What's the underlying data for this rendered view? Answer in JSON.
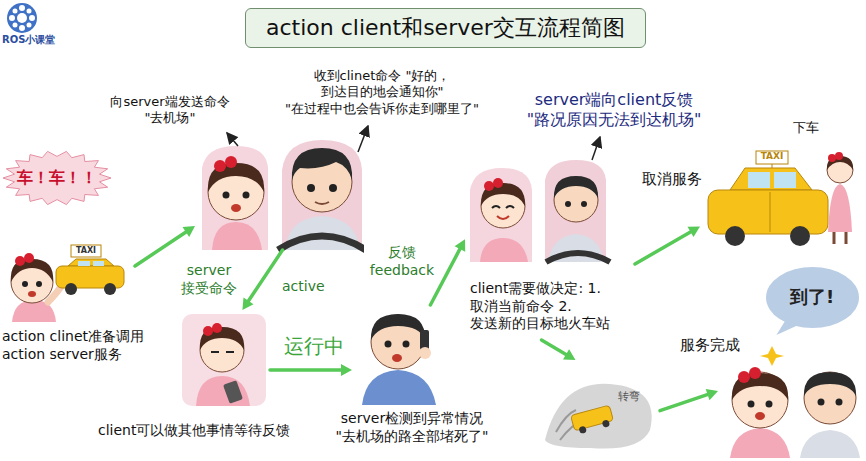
{
  "diagram": {
    "title": "action client和server交互流程简图",
    "nodes": [
      {
        "text": [
          "action clinet准备调用 action server服务"
        ]
      },
      {
        "text": [
          "车！车！！"
        ],
        "in": 0
      },
      {
        "text": [
          "收到clinet命令 \"好的，到达目的地会通知你\" \"在过程中也会告诉你走到哪里了\""
        ]
      },
      {
        "text": [
          "client可以做其他事情等待反馈"
        ]
      },
      {
        "text": [
          "server检测到异常情况 \"去机场的路全部堵死了\""
        ]
      },
      {
        "text": [
          "server端向client反馈 \"路况原因无法到达机场\"",
          "client需要做决定: 1.取消当前命令 2.发送新的目标地火车站"
        ]
      },
      {
        "text": [
          "取消服务"
        ]
      },
      {
        "text": [
          "转弯"
        ]
      },
      {
        "text": [
          "服务完成"
        ]
      },
      {
        "text": [
          "到了!"
        ]
      }
    ],
    "edges": [
      {
        "from": 0,
        "to": 2,
        "arrow": "to"
      },
      {
        "from": 2,
        "to": 3,
        "arrow": "to",
        "label": "active"
      },
      {
        "from": 3,
        "to": 4,
        "arrow": "to",
        "label": "运行中"
      },
      {
        "from": 4,
        "to": 5,
        "arrow": "to",
        "label": "反馈 feedback"
      },
      {
        "from": 5,
        "to": 6,
        "arrow": "to"
      },
      {
        "from": 5,
        "to": 7,
        "arrow": "to"
      },
      {
        "from": 7,
        "to": 8,
        "arrow": "to"
      }
    ],
    "labels": [
      "ROS小课堂",
      "向server端发送命令 \"去机场\"",
      "server 接受命令",
      "TAXI",
      "TAXI",
      "下车"
    ]
  }
}
